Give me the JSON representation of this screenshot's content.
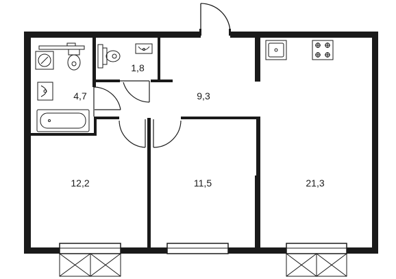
{
  "plan": {
    "rooms": {
      "bathroom": {
        "area": "4,7"
      },
      "toilet": {
        "area": "1,8"
      },
      "hall": {
        "area": "9,3"
      },
      "bedroom_left": {
        "area": "12,2"
      },
      "bedroom_middle": {
        "area": "11,5"
      },
      "kitchen_living": {
        "area": "21,3"
      }
    }
  },
  "icons": {
    "washing_machine": "washing-machine-icon",
    "toilet_bowl": "toilet-icon",
    "sink": "sink-icon",
    "bathtub": "bathtub-icon",
    "kitchen_sink": "kitchen-sink-icon",
    "stove": "stove-icon"
  },
  "colors": {
    "wall": "#1a1a1a",
    "line": "#333333",
    "background": "#ffffff"
  }
}
